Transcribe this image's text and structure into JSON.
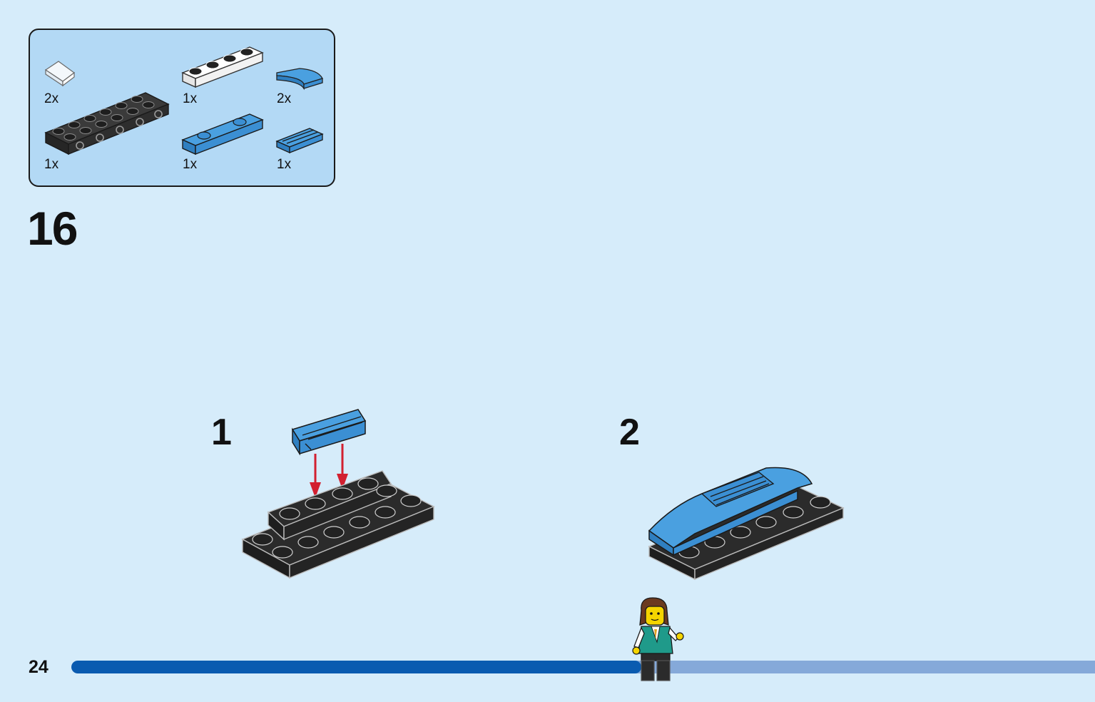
{
  "page": {
    "number": "24",
    "step": "16",
    "progress": 0.557
  },
  "parts_list": [
    {
      "name": "transparent-slope",
      "qty": "2x"
    },
    {
      "name": "white-plate-1x4",
      "qty": "1x"
    },
    {
      "name": "blue-curved-slope",
      "qty": "2x"
    },
    {
      "name": "black-plate-2x6-studs",
      "qty": "1x"
    },
    {
      "name": "blue-jumper-plate-1x4",
      "qty": "1x"
    },
    {
      "name": "blue-grille-tile",
      "qty": "1x"
    }
  ],
  "substeps": [
    {
      "number": "1"
    },
    {
      "number": "2"
    }
  ],
  "colors": {
    "background": "#d6ecfa",
    "parts_box": "#b3d9f5",
    "brick_black": "#2b2b2b",
    "brick_blue": "#3b8fd3",
    "arrow_red": "#d22030",
    "progress_done": "#0a5bb0",
    "progress_remaining": "#85a9d9"
  }
}
